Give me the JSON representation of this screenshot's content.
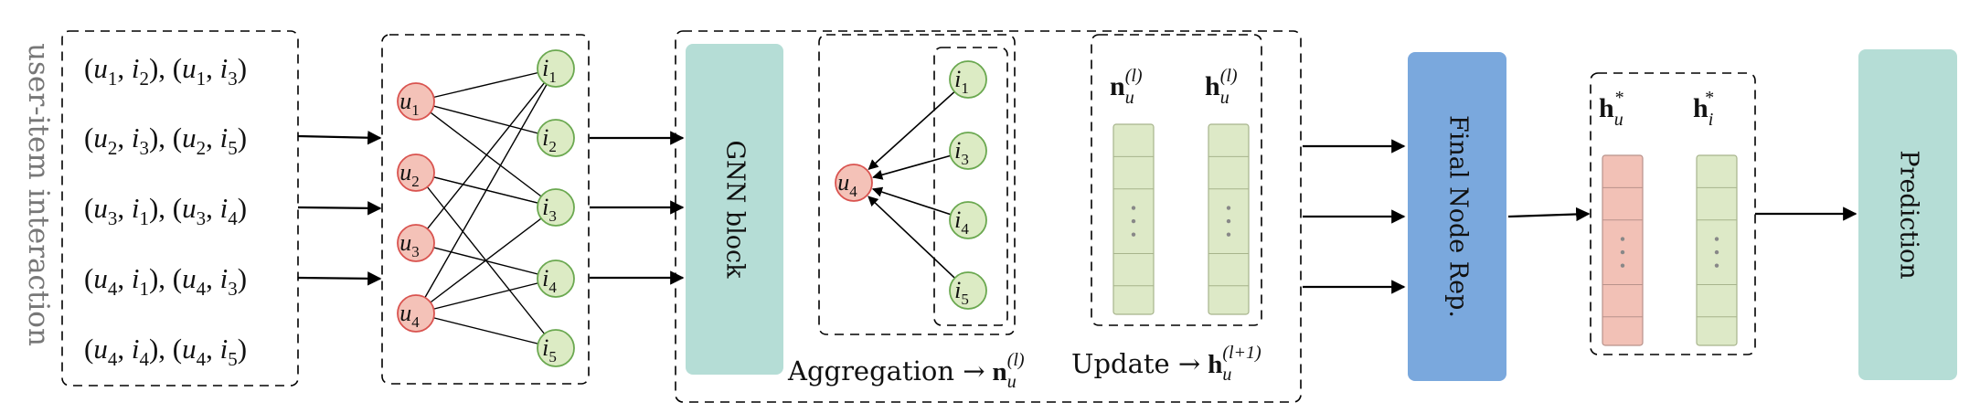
{
  "side_label": "user-item interaction",
  "interactions": [
    [
      [
        "u",
        "1"
      ],
      [
        "i",
        "2"
      ],
      [
        "u",
        "1"
      ],
      [
        "i",
        "3"
      ]
    ],
    [
      [
        "u",
        "2"
      ],
      [
        "i",
        "3"
      ],
      [
        "u",
        "2"
      ],
      [
        "i",
        "5"
      ]
    ],
    [
      [
        "u",
        "3"
      ],
      [
        "i",
        "1"
      ],
      [
        "u",
        "3"
      ],
      [
        "i",
        "4"
      ]
    ],
    [
      [
        "u",
        "4"
      ],
      [
        "i",
        "1"
      ],
      [
        "u",
        "4"
      ],
      [
        "i",
        "3"
      ]
    ],
    [
      [
        "u",
        "4"
      ],
      [
        "i",
        "4"
      ],
      [
        "u",
        "4"
      ],
      [
        "i",
        "5"
      ]
    ]
  ],
  "graph": {
    "users": [
      "1",
      "2",
      "3",
      "4"
    ],
    "items": [
      "1",
      "2",
      "3",
      "4",
      "5"
    ],
    "edges": [
      [
        1,
        1
      ],
      [
        1,
        2
      ],
      [
        2,
        3
      ],
      [
        2,
        5
      ],
      [
        3,
        1
      ],
      [
        3,
        4
      ],
      [
        4,
        1
      ],
      [
        4,
        3
      ],
      [
        4,
        4
      ],
      [
        4,
        5
      ],
      [
        1,
        3
      ],
      [
        2,
        3
      ]
    ]
  },
  "gnn_block_label": "GNN block",
  "aggregation": {
    "target_user": "4",
    "neighbor_items": [
      "1",
      "3",
      "4",
      "5"
    ],
    "caption": "Aggregation →",
    "caption_symbol": "n",
    "caption_sub": "u",
    "caption_sup": "(l)"
  },
  "update": {
    "vector_labels": [
      {
        "symbol": "n",
        "sub": "u",
        "sup": "(l)"
      },
      {
        "symbol": "h",
        "sub": "u",
        "sup": "(l)"
      }
    ],
    "caption": "Update →",
    "caption_symbol": "h",
    "caption_sub": "u",
    "caption_sup": "(l+1)"
  },
  "final_node_label": "Final Node Rep.",
  "final_vectors": [
    {
      "symbol": "h",
      "sub": "u",
      "sup": "*"
    },
    {
      "symbol": "h",
      "sub": "i",
      "sup": "*"
    }
  ],
  "prediction_label": "Prediction",
  "colors": {
    "user_fill": "#f4c2b8",
    "user_stroke": "#d9534f",
    "item_fill": "#dcebc4",
    "item_stroke": "#6aa84f",
    "teal_block": "#b5ddd6",
    "blue_block": "#7aa8dd",
    "vector_green": "#dde9c7",
    "vector_pink": "#f2c1b6"
  }
}
